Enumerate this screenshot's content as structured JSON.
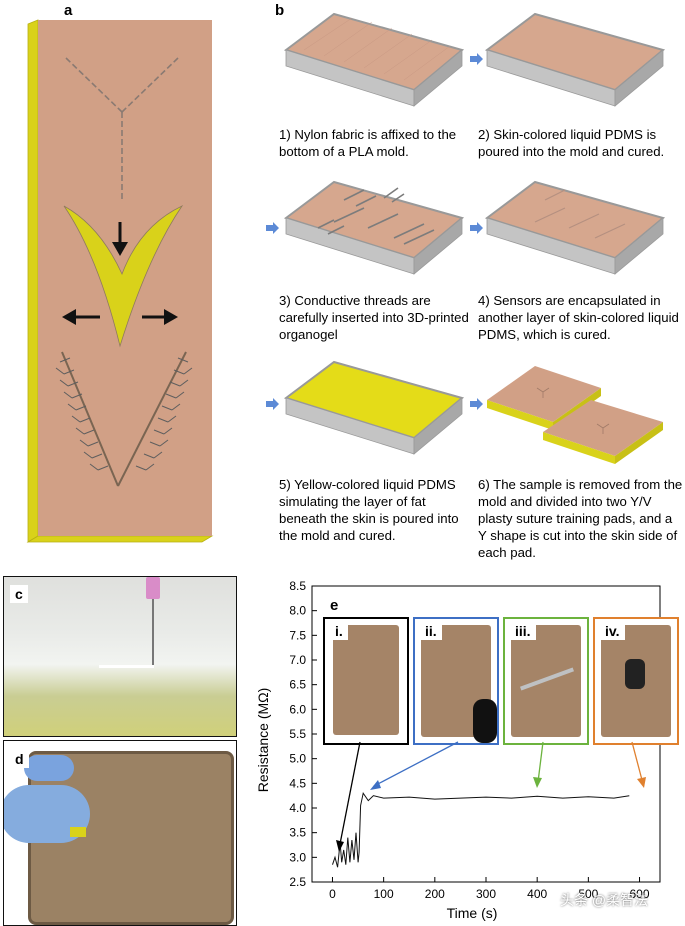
{
  "panels": {
    "a": "a",
    "b": "b",
    "c": "c",
    "d": "d",
    "e": "e"
  },
  "steps": [
    "1) Nylon fabric is affixed to the bottom of a PLA mold.",
    "2) Skin-colored liquid PDMS is poured into the mold and cured.",
    "3) Conductive threads are carefully inserted into 3D-printed organogel",
    "4) Sensors are encapsulated in another layer of skin-colored liquid PDMS, which is cured.",
    "5) Yellow-colored liquid PDMS simulating the layer of fat beneath the skin is poured into the mold and cured.",
    "6) The sample is removed from the mold and divided into two Y/V plasty suture training pads, and a Y shape is cut into the skin side of each pad."
  ],
  "insets": [
    "i.",
    "ii.",
    "iii.",
    "iv."
  ],
  "colors": {
    "skin": "#d1a086",
    "fat": "#d9d21a",
    "mold": "#bfbfbf",
    "inset_i": "#000000",
    "inset_ii": "#3d6fc4",
    "inset_iii": "#6cb33e",
    "inset_iv": "#e0802e"
  },
  "watermark": "头条 @柔智法",
  "chart_data": {
    "type": "line",
    "xlabel": "Time (s)",
    "ylabel": "Resistance (MΩ)",
    "xlim": [
      -40,
      640
    ],
    "ylim": [
      2.5,
      8.5
    ],
    "xticks": [
      0,
      100,
      200,
      300,
      400,
      500,
      600
    ],
    "yticks": [
      2.5,
      3.0,
      3.5,
      4.0,
      4.5,
      5.0,
      5.5,
      6.0,
      6.5,
      7.0,
      7.5,
      8.0,
      8.5
    ],
    "grid": false,
    "series": [
      {
        "x": [
          0,
          5,
          10,
          15,
          18,
          22,
          26,
          30,
          34,
          38,
          42,
          46,
          50,
          52,
          55,
          60,
          70,
          80,
          100,
          150,
          200,
          250,
          300,
          350,
          400,
          450,
          500,
          550,
          580
        ],
        "y": [
          2.85,
          3.0,
          2.8,
          3.3,
          2.9,
          3.15,
          2.85,
          3.4,
          2.9,
          3.35,
          2.95,
          3.5,
          2.9,
          3.1,
          4.05,
          4.3,
          4.15,
          4.25,
          4.2,
          4.22,
          4.18,
          4.2,
          4.22,
          4.2,
          4.24,
          4.2,
          4.23,
          4.2,
          4.25
        ]
      }
    ]
  }
}
